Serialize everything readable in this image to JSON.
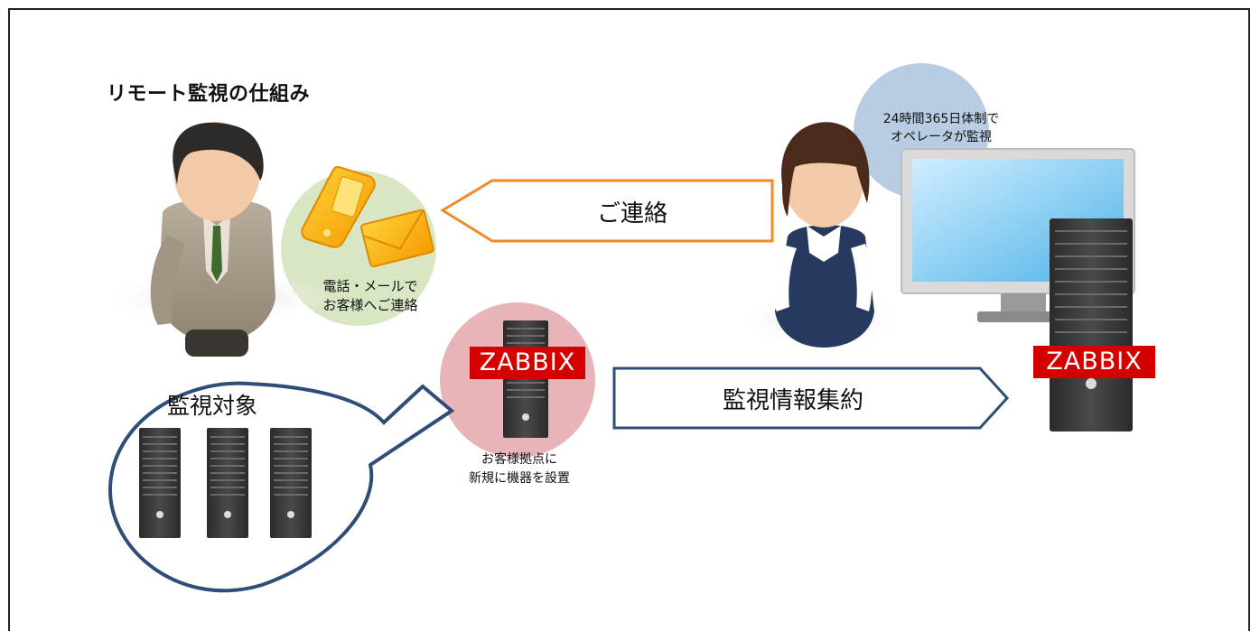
{
  "title": "リモート監視の仕組み",
  "operator_bubble": {
    "line1": "24時間365日体制で",
    "line2": "オペレータが監視"
  },
  "contact_arrow": {
    "label": "ご連絡"
  },
  "phone_mail_bubble": {
    "line1": "電話・メールで",
    "line2": "お客様へご連絡"
  },
  "collect_arrow": {
    "label": "監視情報集約"
  },
  "monitor_targets": {
    "label": "監視対象"
  },
  "site_device": {
    "logo": "ZABBIX",
    "caption_line1": "お客様拠点に",
    "caption_line2": "新規に機器を設置"
  },
  "center_server": {
    "logo": "ZABBIX"
  },
  "colors": {
    "contact_arrow": "#f08a2c",
    "collect_arrow": "#2f4e77",
    "bubble_outline": "#2f4e77",
    "zabbix_red": "#d40000",
    "phone_circle": "#d9e6c4",
    "site_circle": "#e8b4b8",
    "operator_circle": "#b8cde3"
  }
}
